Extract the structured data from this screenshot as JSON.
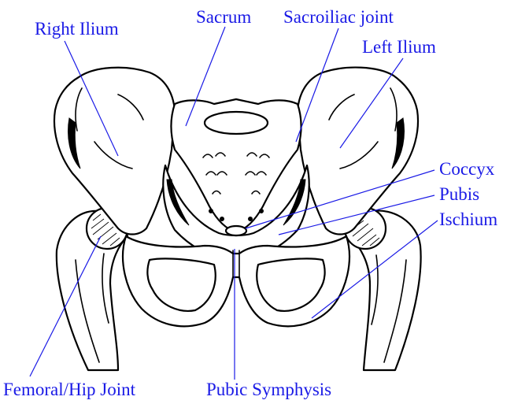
{
  "labels": {
    "right_ilium": "Right Ilium",
    "sacrum": "Sacrum",
    "sacroiliac_joint": "Sacroiliac joint",
    "left_ilium": "Left Ilium",
    "coccyx": "Coccyx",
    "pubis": "Pubis",
    "ischium": "Ischium",
    "femoral_hip_joint": "Femoral/Hip Joint",
    "pubic_symphysis": "Pubic Symphysis"
  },
  "colors": {
    "label": "#1a1ae6",
    "outline": "#000000",
    "background": "#ffffff"
  }
}
